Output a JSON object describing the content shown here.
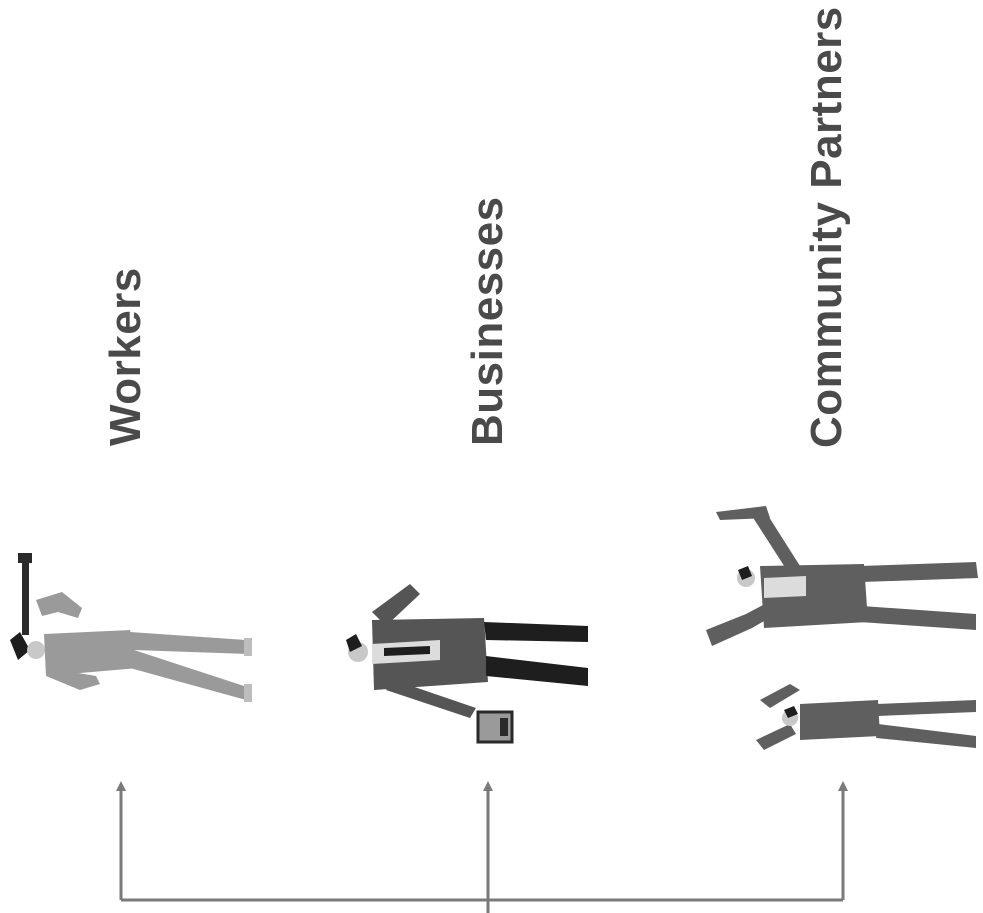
{
  "groups": {
    "workers": {
      "label": "Workers"
    },
    "businesses": {
      "label": "Businesses"
    },
    "community": {
      "label": "Community Partners"
    }
  },
  "colors": {
    "text": "#4a4a4a",
    "connector": "#7a7a7a",
    "worker_suit": "#9a9a9a",
    "business_suit": "#555555",
    "partner_suit": "#5f5f5f",
    "dark": "#1e1e1e",
    "skin": "#c8c8c8"
  },
  "icons": {
    "worker": "worker-with-hammer-icon",
    "businessperson": "businessperson-with-briefcase-icon",
    "partners": "community-partners-icon"
  }
}
